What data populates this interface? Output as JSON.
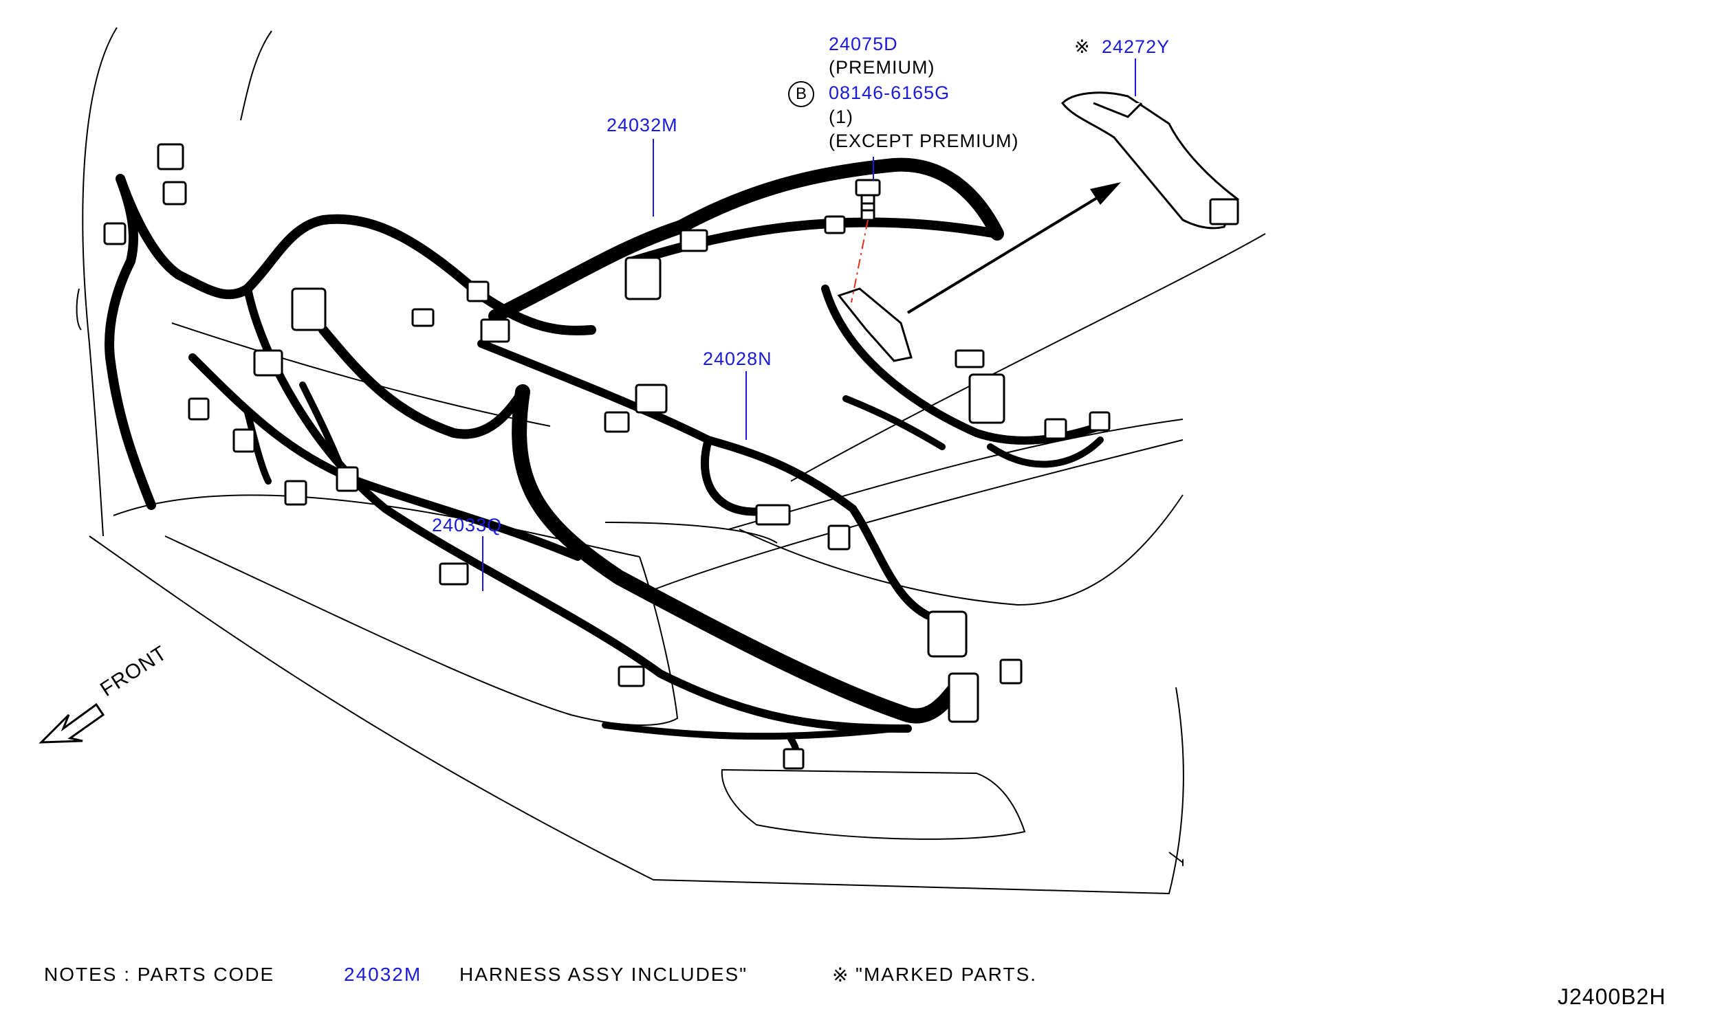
{
  "callouts": {
    "p24075D": "24075D",
    "premium": "(PREMIUM)",
    "bolt_marker": "B",
    "p08146": "08146-6165G",
    "qty": "(1)",
    "except_premium": "(EXCEPT  PREMIUM)",
    "mark_symbol": "※",
    "p24272Y": "24272Y",
    "p24032M": "24032M",
    "p24028N": "24028N",
    "p24033Q": "24033Q",
    "front": "FRONT"
  },
  "notes": {
    "prefix": "NOTES  :  PARTS  CODE",
    "code": "24032M",
    "middle": "HARNESS  ASSY  INCLUDES\"",
    "mark": "※",
    "suffix": "\"MARKED  PARTS."
  },
  "diagram_id": "J2400B2H",
  "colors": {
    "part_number": "#1a1adb",
    "leader_dash": "#e0301e",
    "line": "#000000"
  }
}
